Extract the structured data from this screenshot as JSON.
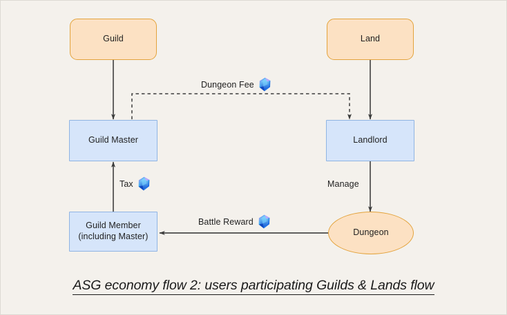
{
  "diagram": {
    "background_color": "#f4f1ec",
    "nodes": [
      {
        "id": "guild",
        "label": "Guild",
        "shape": "rounded-rect",
        "fill": "#fce1c3",
        "stroke": "#e3a33c"
      },
      {
        "id": "land",
        "label": "Land",
        "shape": "rounded-rect",
        "fill": "#fce1c3",
        "stroke": "#e3a33c"
      },
      {
        "id": "guild_master",
        "label": "Guild Master",
        "shape": "rect",
        "fill": "#d6e5fa",
        "stroke": "#8fb4e3"
      },
      {
        "id": "landlord",
        "label": "Landlord",
        "shape": "rect",
        "fill": "#d6e5fa",
        "stroke": "#8fb4e3"
      },
      {
        "id": "guild_member",
        "label_line1": "Guild Member",
        "label_line2": "(including Master)",
        "shape": "rect",
        "fill": "#d6e5fa",
        "stroke": "#8fb4e3"
      },
      {
        "id": "dungeon",
        "label": "Dungeon",
        "shape": "ellipse",
        "fill": "#fce1c3",
        "stroke": "#e3a33c"
      }
    ],
    "edges": [
      {
        "id": "guild-to-guild-master",
        "from": "guild",
        "to": "guild_master",
        "label": "",
        "style": "solid",
        "has_gem": false
      },
      {
        "id": "land-to-landlord",
        "from": "land",
        "to": "landlord",
        "label": "",
        "style": "solid",
        "has_gem": false
      },
      {
        "id": "dungeon-fee",
        "from": "guild_master",
        "to": "landlord",
        "label": "Dungeon Fee",
        "style": "dashed",
        "has_gem": true
      },
      {
        "id": "tax",
        "from": "guild_member",
        "to": "guild_master",
        "label": "Tax",
        "style": "solid",
        "has_gem": true
      },
      {
        "id": "manage",
        "from": "landlord",
        "to": "dungeon",
        "label": "Manage",
        "style": "solid",
        "has_gem": false
      },
      {
        "id": "battle-reward",
        "from": "dungeon",
        "to": "guild_member",
        "label": "Battle Reward",
        "style": "solid",
        "has_gem": true
      }
    ],
    "gem_icon_name": "blue-gem-icon",
    "caption": "ASG economy flow 2: users participating Guilds & Lands flow"
  }
}
